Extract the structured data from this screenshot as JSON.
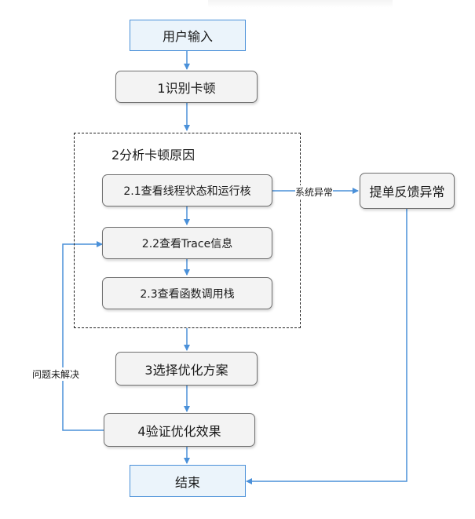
{
  "diagram": {
    "nodes": {
      "user_input": "用户输入",
      "identify_lag": "1识别卡顿",
      "analyze_group_title": "2分析卡顿原因",
      "check_thread_state": "2.1查看线程状态和运行核",
      "check_trace": "2.2查看Trace信息",
      "check_call_stack": "2.3查看函数调用栈",
      "submit_feedback": "提单反馈异常",
      "choose_solution": "3选择优化方案",
      "verify_effect": "4验证优化效果",
      "end": "结束"
    },
    "edge_labels": {
      "system_exception": "系统异常",
      "issue_unresolved": "问题未解决"
    },
    "colors": {
      "blue_border": "#4a90d9",
      "blue_fill": "#ebf4fb",
      "arrow": "#4a90d9",
      "gray_fill": "#f3f3f3",
      "gray_border": "#707070"
    }
  }
}
